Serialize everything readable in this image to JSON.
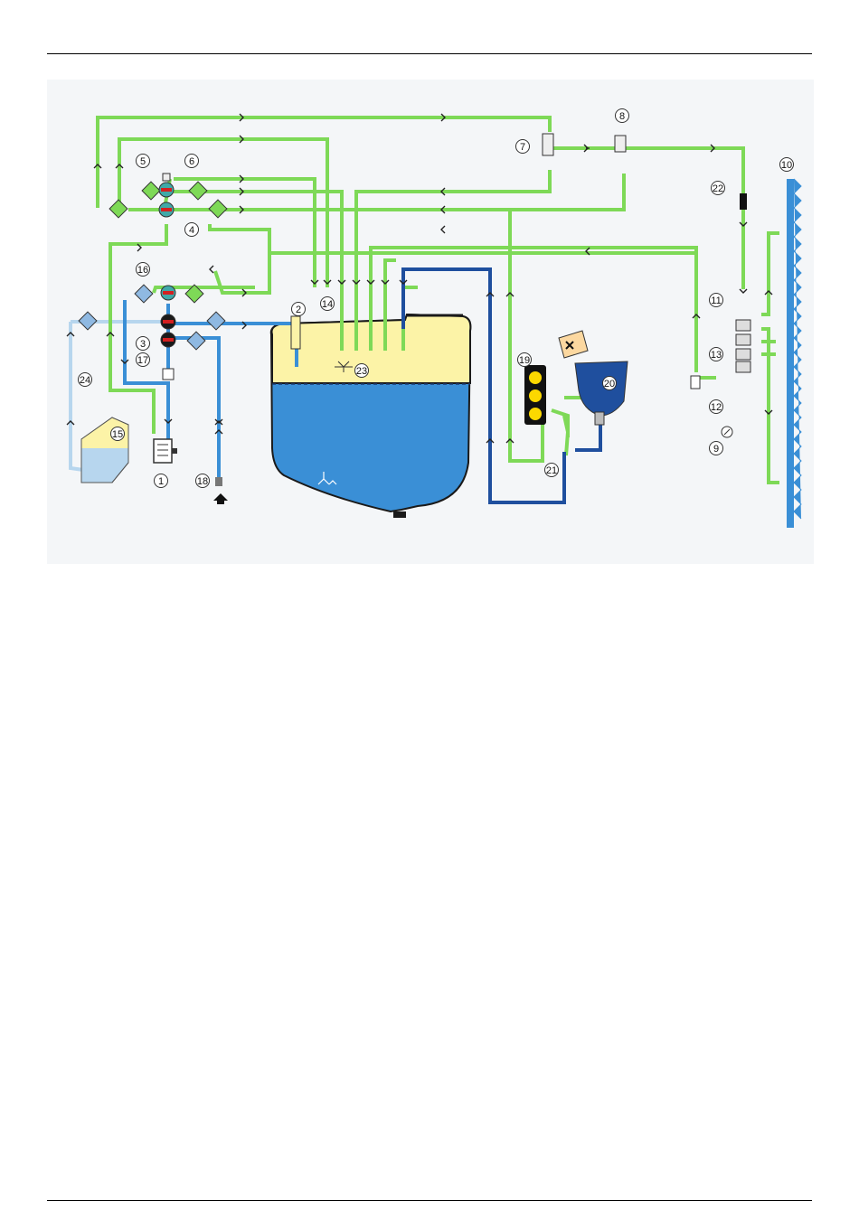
{
  "diagram": {
    "callouts": [
      "1",
      "2",
      "3",
      "4",
      "5",
      "6",
      "7",
      "8",
      "9",
      "10",
      "11",
      "12",
      "13",
      "14",
      "15",
      "16",
      "17",
      "18",
      "19",
      "20",
      "21",
      "22",
      "23",
      "24"
    ],
    "colors": {
      "green_line": "#7ed957",
      "green_dark": "#5cb53a",
      "blue_line": "#3a8fd6",
      "dark_blue_line": "#1f4f9e",
      "light_blue_line": "#b7d6ee",
      "tank_liquid": "#3a8fd6",
      "tank_air": "#fcf3a7",
      "valve_red": "#d32020",
      "valve_teal": "#3fa9a8",
      "boom_blue": "#3a8fd6",
      "background": "#f4f6f8"
    },
    "icons": {
      "tank": "sprayer-tank-icon",
      "pump": "pump-icon",
      "boom": "spray-boom-icon",
      "filter": "filter-icon",
      "valve": "valve-icon",
      "pressure_gauge": "pressure-gauge-icon",
      "chemical_inductor": "chemical-inductor-icon",
      "rinse_tank": "rinse-tank-icon",
      "control_panel": "control-panel-icon",
      "inlet": "filling-inlet-icon"
    }
  }
}
